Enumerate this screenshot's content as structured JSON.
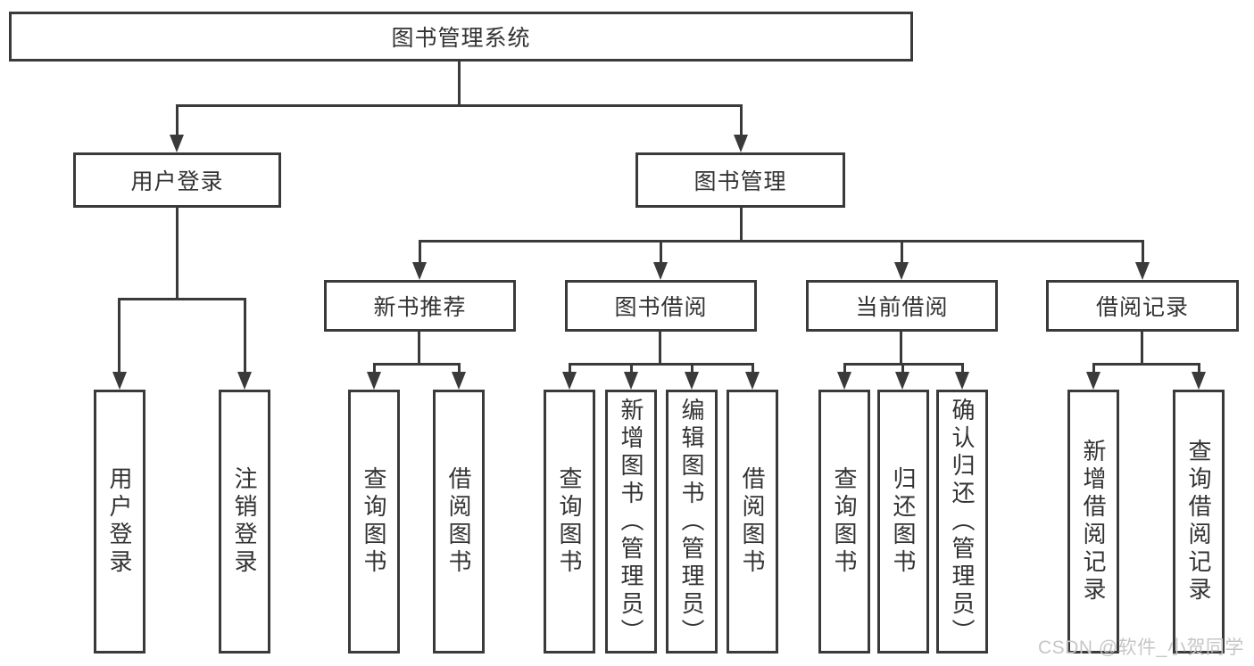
{
  "diagram": {
    "root": {
      "label": "图书管理系统"
    },
    "level2": [
      {
        "label": "用户登录"
      },
      {
        "label": "图书管理"
      }
    ],
    "level3": [
      {
        "label": "新书推荐"
      },
      {
        "label": "图书借阅"
      },
      {
        "label": "当前借阅"
      },
      {
        "label": "借阅记录"
      }
    ],
    "leaves": [
      {
        "label": "用户登录"
      },
      {
        "label": "注销登录"
      },
      {
        "label": "查询图书"
      },
      {
        "label": "借阅图书"
      },
      {
        "label": "查询图书"
      },
      {
        "label": "新增图书（管理员）"
      },
      {
        "label": "编辑图书（管理员）"
      },
      {
        "label": "借阅图书"
      },
      {
        "label": "查询图书"
      },
      {
        "label": "归还图书"
      },
      {
        "label": "确认归还（管理员）"
      },
      {
        "label": "新增借阅记录"
      },
      {
        "label": "查询借阅记录"
      }
    ]
  },
  "watermark": {
    "text": "CSDN @软件_小贺同学"
  },
  "colors": {
    "line": "#3a3a3a",
    "text": "#333333",
    "watermark": "#c6c6c6",
    "background": "#ffffff"
  }
}
